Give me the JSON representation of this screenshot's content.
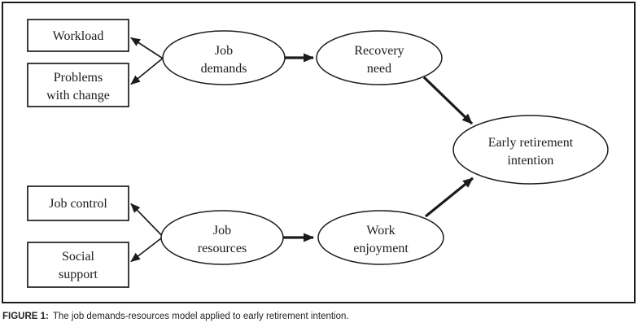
{
  "figure": {
    "caption_label": "FIGURE 1:",
    "caption_text": "The job demands-resources model applied to early retirement intention."
  },
  "diagram": {
    "nodes": {
      "workload": {
        "label": "Workload"
      },
      "problems_with_change": {
        "line1": "Problems",
        "line2": "with change"
      },
      "job_control": {
        "label": "Job control"
      },
      "social_support": {
        "line1": "Social",
        "line2": "support"
      },
      "job_demands": {
        "line1": "Job",
        "line2": "demands"
      },
      "recovery_need": {
        "line1": "Recovery",
        "line2": "need"
      },
      "early_retirement_intention": {
        "line1": "Early retirement",
        "line2": "intention"
      },
      "job_resources": {
        "line1": "Job",
        "line2": "resources"
      },
      "work_enjoyment": {
        "line1": "Work",
        "line2": "enjoyment"
      }
    },
    "colors": {
      "line": "#1c1c1c",
      "background": "#ffffff",
      "caption_text": "#232323"
    }
  }
}
